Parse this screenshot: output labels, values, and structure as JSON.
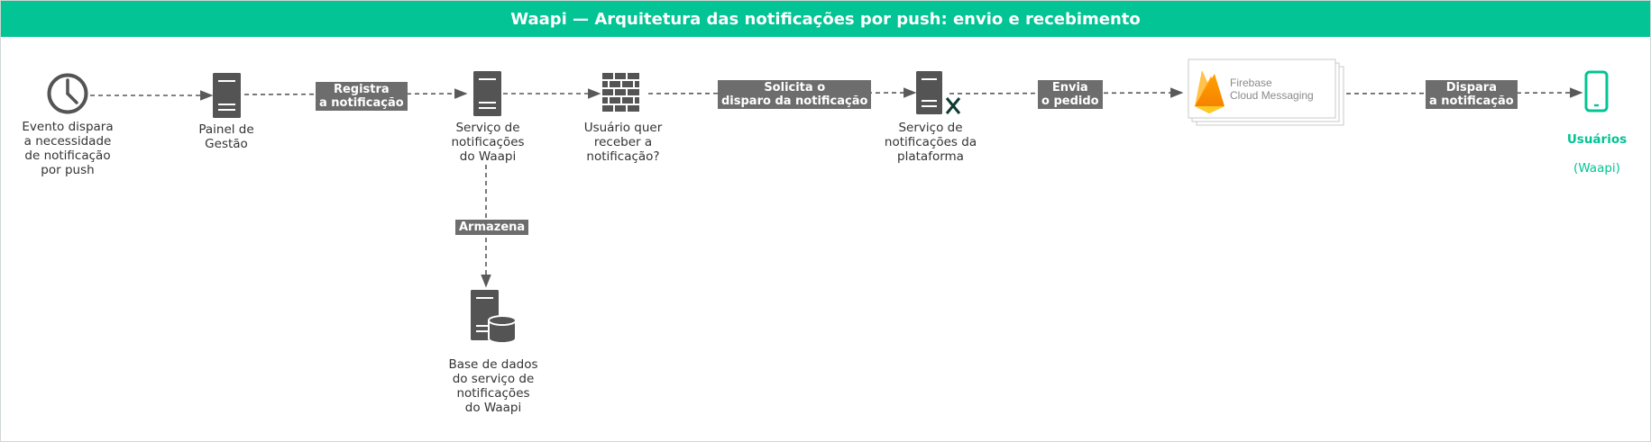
{
  "title": "Waapi — Arquitetura das notificações por push: envio e recebimento",
  "colors": {
    "header": "#02c494",
    "accent": "#02c494",
    "icon": "#545454",
    "edge": "#595959",
    "edge_label_bg": "#6d6d6d",
    "firebase_yellow": "#ffca28",
    "firebase_orange": "#f57c00"
  },
  "nodes": {
    "event": {
      "label": "Evento dispara\na necessidade\nde notificação\npor push",
      "icon": "clock-icon"
    },
    "panel": {
      "label": "Painel de\nGestão",
      "icon": "server-icon"
    },
    "waapi_service": {
      "label": "Serviço de\nnotificações\ndo Waapi",
      "icon": "server-icon"
    },
    "firewall": {
      "label": "Usuário quer\nreceber a\nnotificação?",
      "icon": "firewall-icon"
    },
    "platform_service": {
      "label": "Serviço de\nnotificações da\nplataforma",
      "icon": "server-x-icon"
    },
    "fcm": {
      "line1": "Firebase",
      "line2": "Cloud Messaging",
      "icon": "firebase-icon"
    },
    "users": {
      "label_strong": "Usuários",
      "label_sub": "(Waapi)",
      "icon": "smartphone-icon"
    },
    "database": {
      "label": "Base de dados\ndo serviço de\nnotificações\ndo Waapi",
      "icon": "database-server-icon"
    }
  },
  "edges": {
    "registra": "Registra\na notificação",
    "solicita": "Solicita o\ndisparo da notificação",
    "envia": "Envia\no pedido",
    "dispara": "Dispara\na notificação",
    "armazena": "Armazena"
  }
}
